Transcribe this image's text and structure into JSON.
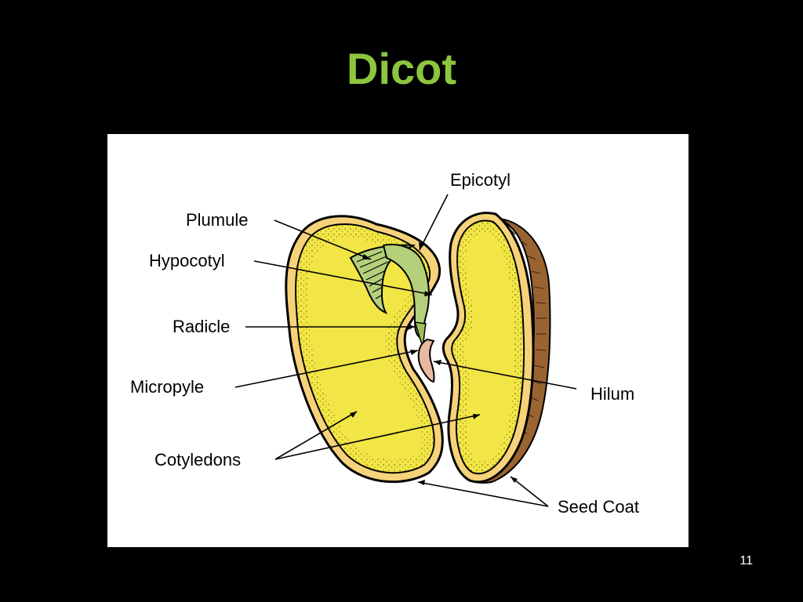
{
  "slide": {
    "title": "Dicot",
    "page_number": "11"
  },
  "labels": {
    "epicotyl": "Epicotyl",
    "plumule": "Plumule",
    "hypocotyl": "Hypocotyl",
    "radicle": "Radicle",
    "micropyle": "Micropyle",
    "hilum": "Hilum",
    "cotyledons": "Cotyledons",
    "seed_coat": "Seed Coat"
  },
  "colors": {
    "title": "#8cc63f",
    "background": "#000000",
    "cotyledon_fill": "#f2e646",
    "seed_coat_edge": "#f6d27a",
    "seed_coat_brown": "#9a6432",
    "plumule_green": "#b5d07a",
    "hilum_pink": "#e8b8a0"
  }
}
